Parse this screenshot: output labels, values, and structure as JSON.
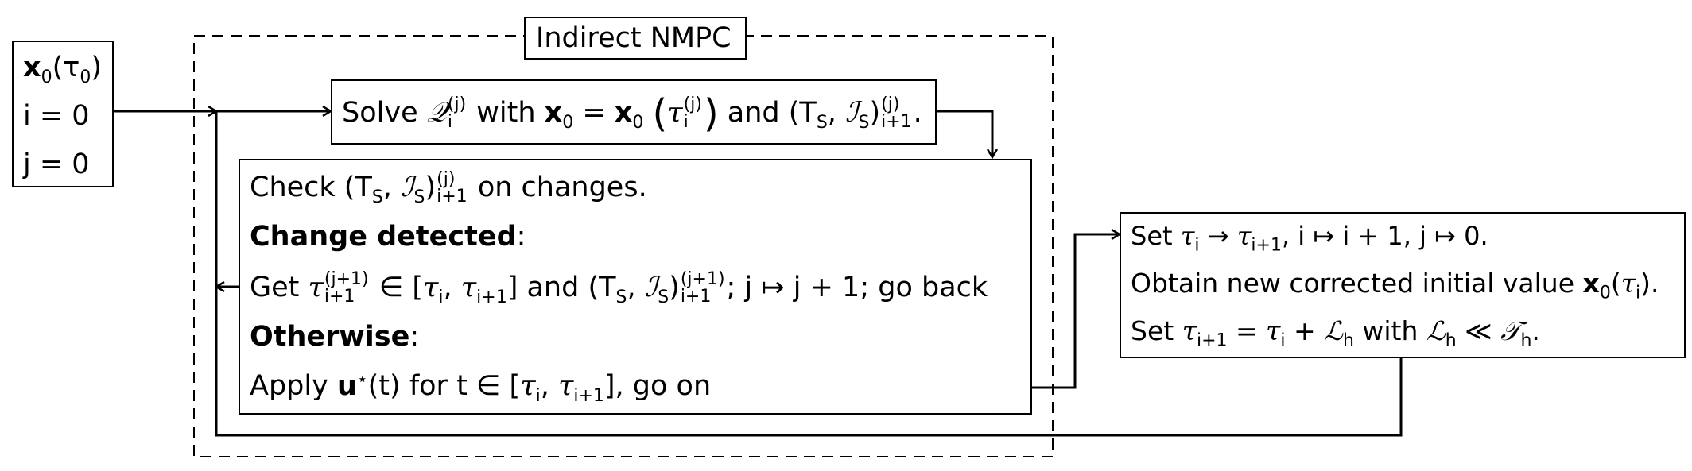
{
  "title": "Indirect NMPC",
  "init": {
    "x0": "x",
    "x0_sub": "0",
    "tau": "(τ",
    "tau_sub": "0",
    "tau_close": ")",
    "i": "i = 0",
    "j": "j = 0"
  },
  "solve": {
    "solve": "Solve ",
    "Q": "𝒬",
    "Q_sup": "(j)",
    "Q_sub": "i",
    "with": " with ",
    "x0": "x",
    "x0_sub": "0",
    "eq": " = ",
    "x0b": "x",
    "x0b_sub": "0",
    "lp": "(",
    "tau": "τ",
    "tau_sup": "(j)",
    "tau_sub": "i",
    "rp": ")",
    "and": " and (T",
    "T_sub": "S",
    "comma": ", ",
    "I": "ℐ",
    "I_sub": "S",
    "close": ")",
    "close_sup": "(j)",
    "close_sub": "i+1",
    "end": "."
  },
  "check": {
    "line1_a": "Check (T",
    "line1_T_sub": "S",
    "line1_comma": ", ",
    "line1_I": "ℐ",
    "line1_I_sub": "S",
    "line1_close": ")",
    "line1_sup": "(j)",
    "line1_sub": "i+1",
    "line1_end": " on changes.",
    "changed": "Change detected",
    "colon1": ":",
    "line3_get": "Get ",
    "line3_tau": "τ",
    "line3_tau_sup": "(j+1)",
    "line3_tau_sub": "i+1",
    "line3_in": " ∈ [",
    "line3_t1": "τ",
    "line3_t1_sub": "i",
    "line3_comma": ", ",
    "line3_t2": "τ",
    "line3_t2_sub": "i+1",
    "line3_br": "] and (T",
    "line3_T_sub": "S",
    "line3_comma2": ", ",
    "line3_I": "ℐ",
    "line3_I_sub": "S",
    "line3_close": ")",
    "line3_sup": "(j+1)",
    "line3_sub": "i+1",
    "line3_end": "; j ↦ j + 1; go back",
    "otherwise": "Otherwise",
    "colon2": ":",
    "line5_apply": "Apply ",
    "line5_u": "u",
    "line5_star": "⋆",
    "line5_t": "(t) for t ∈ [",
    "line5_t1": "τ",
    "line5_t1_sub": "i",
    "line5_comma": ", ",
    "line5_t2": "τ",
    "line5_t2_sub": "i+1",
    "line5_end": "], go on"
  },
  "update": {
    "l1_set": "Set ",
    "l1_tau": "τ",
    "l1_tau_sub": "i",
    "l1_arrow": " → ",
    "l1_tau2": "τ",
    "l1_tau2_sub": "i+1",
    "l1_rest": ", i ↦ i + 1, j ↦ 0.",
    "l2_text": "Obtain new corrected initial value ",
    "l2_x": "x",
    "l2_x_sub": "0",
    "l2_lp": "(",
    "l2_tau": "τ",
    "l2_tau_sub": "i",
    "l2_end": ").",
    "l3_set": "Set ",
    "l3_tau": "τ",
    "l3_tau_sub": "i+1",
    "l3_eq": " = ",
    "l3_tau2": "τ",
    "l3_tau2_sub": "i",
    "l3_plus": " + ",
    "l3_L": "ℒ",
    "l3_L_sub": "h",
    "l3_with": " with ",
    "l3_L2": "ℒ",
    "l3_L2_sub": "h",
    "l3_ll": " ≪ ",
    "l3_T": "𝒯",
    "l3_T_sub": "h",
    "l3_end": "."
  }
}
